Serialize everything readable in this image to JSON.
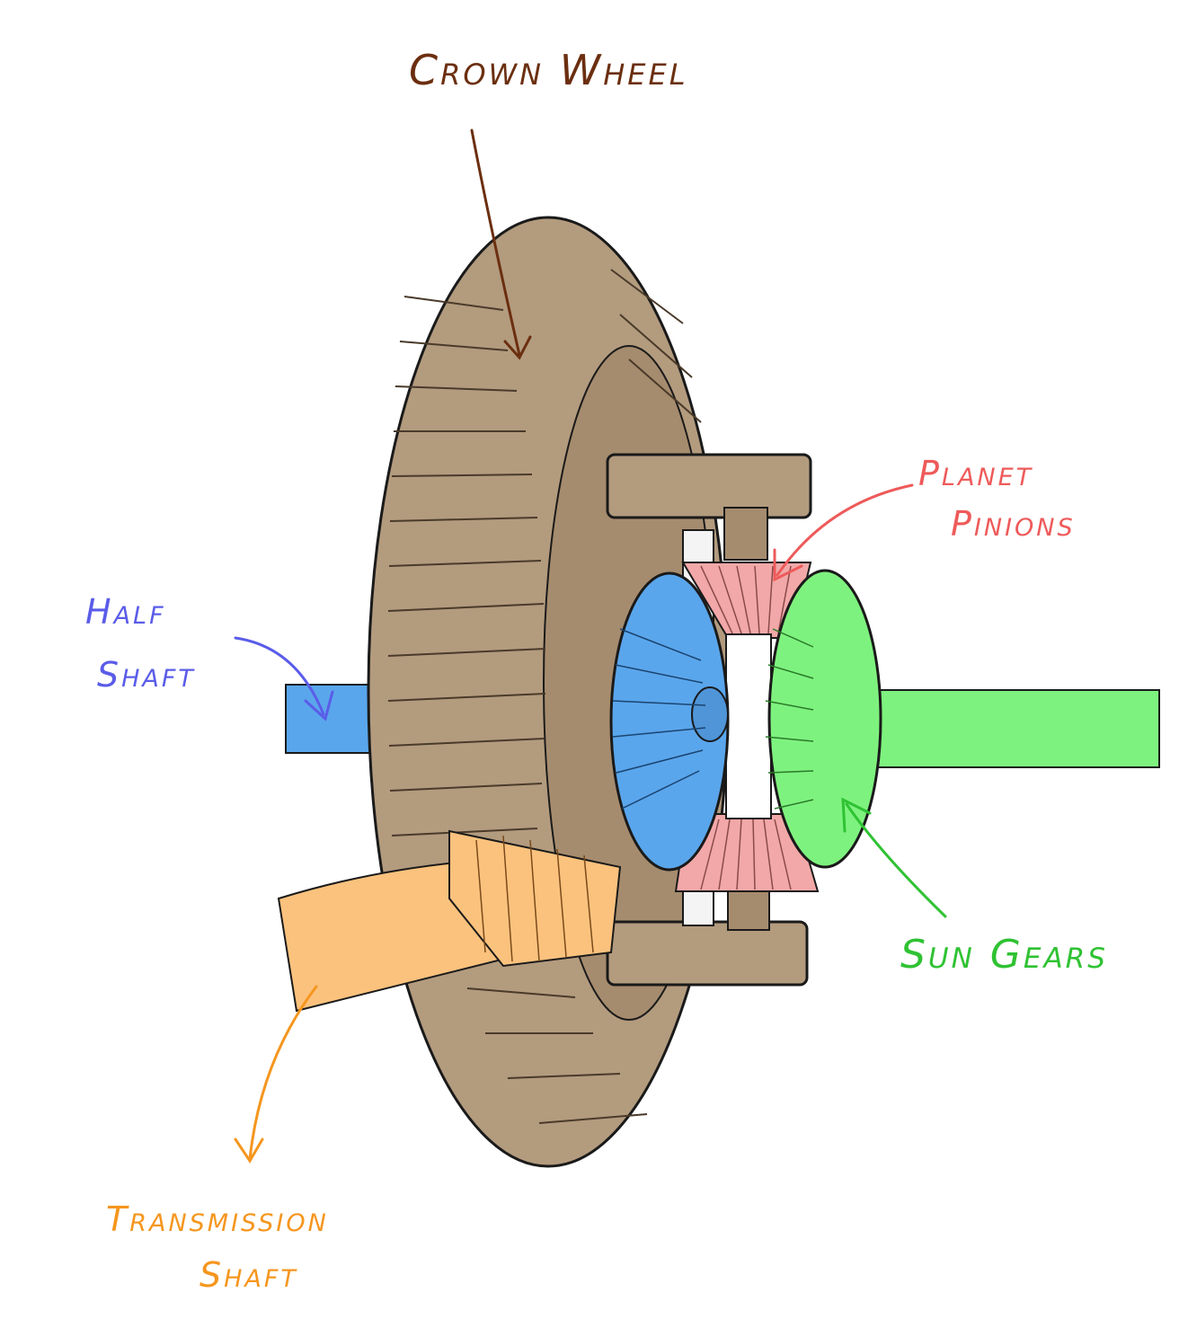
{
  "labels": {
    "crown_wheel": "Crown Wheel",
    "planet_pinions_line1": "Planet",
    "planet_pinions_line2": "Pinions",
    "half_shaft_line1": "Half",
    "half_shaft_line2": "Shaft",
    "sun_gears": "Sun Gears",
    "transmission_shaft_line1": "Transmission",
    "transmission_shaft_line2": "Shaft"
  },
  "colors": {
    "crown_wheel": "#b39b7e",
    "crown_label": "#6b2f10",
    "half_shaft": "#5aa6ec",
    "half_label": "#5a5ce8",
    "planet_pinions": "#f2a8a8",
    "planet_label": "#ee5a5a",
    "sun_gears": "#78f07a",
    "sun_label": "#2fc233",
    "transmission_shaft": "#fbc27e",
    "transmission_label": "#f5961e",
    "outline": "#1a1a1a"
  }
}
